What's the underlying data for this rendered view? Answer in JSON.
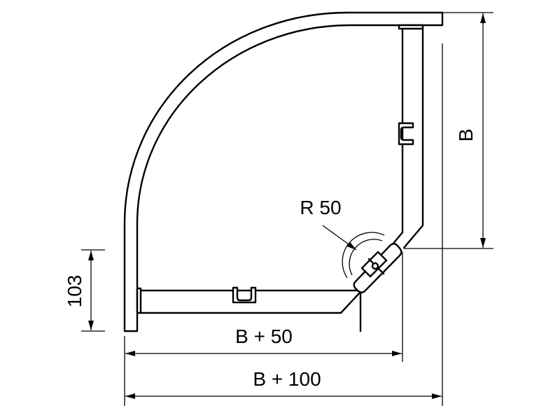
{
  "labels": {
    "dim_b": "B",
    "dim_radius": "R 50",
    "dim_height": "103",
    "dim_b_plus_50": "B + 50",
    "dim_b_plus_100": "B + 100"
  }
}
